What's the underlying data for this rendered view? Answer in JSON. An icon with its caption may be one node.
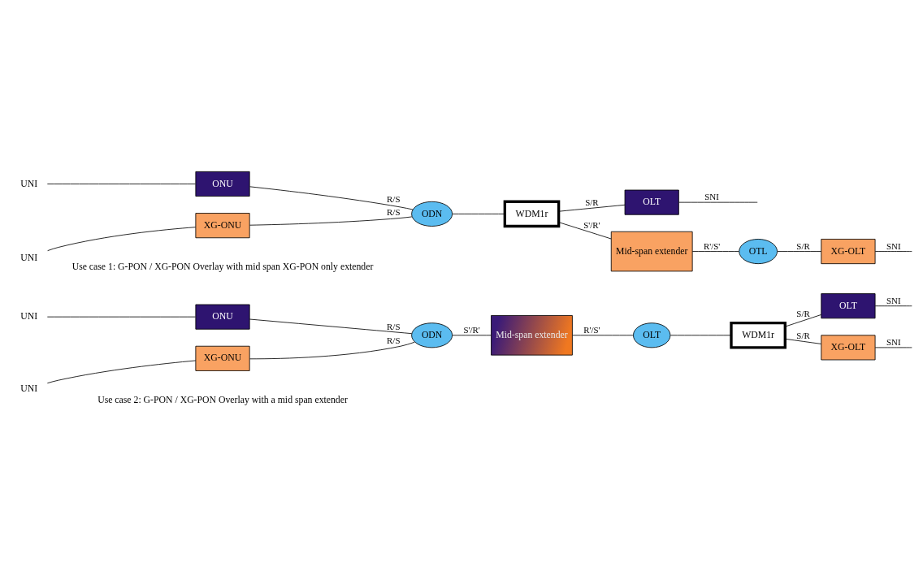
{
  "diagram": {
    "nodes": [
      {
        "text": [
          "UNI"
        ]
      },
      {
        "text": [
          "ONU"
        ]
      },
      {
        "text": [
          "UNI"
        ]
      },
      {
        "text": [
          "XG-ONU"
        ]
      },
      {
        "text": [
          "ODN"
        ]
      },
      {
        "text": [
          "WDM1r"
        ]
      },
      {
        "text": [
          "OLT"
        ]
      },
      {
        "text": [
          "Mid-span extender"
        ]
      },
      {
        "text": [
          "OTL"
        ]
      },
      {
        "text": [
          "XG-OLT"
        ]
      },
      {
        "text": [
          "UNI"
        ]
      },
      {
        "text": [
          "ONU"
        ]
      },
      {
        "text": [
          "UNI"
        ]
      },
      {
        "text": [
          "XG-ONU"
        ]
      },
      {
        "text": [
          "ODN"
        ]
      },
      {
        "text": [
          "Mid-span extender"
        ]
      },
      {
        "text": [
          "OLT"
        ]
      },
      {
        "text": [
          "WDM1r"
        ]
      },
      {
        "text": [
          "OLT"
        ]
      },
      {
        "text": [
          "XG-OLT"
        ]
      }
    ],
    "edges": [
      {
        "from": 0,
        "to": 1,
        "arrow": "none"
      },
      {
        "from": 2,
        "to": 3,
        "arrow": "none"
      },
      {
        "from": 1,
        "to": 4,
        "arrow": "none",
        "label": "R/S"
      },
      {
        "from": 3,
        "to": 4,
        "arrow": "none",
        "label": "R/S"
      },
      {
        "from": 4,
        "to": 5,
        "arrow": "none"
      },
      {
        "from": 5,
        "to": 6,
        "arrow": "none",
        "label": "S/R"
      },
      {
        "from": 6,
        "to": null,
        "arrow": "none",
        "label": "SNI"
      },
      {
        "from": 5,
        "to": 7,
        "arrow": "none",
        "label": "S'/R'"
      },
      {
        "from": 7,
        "to": 8,
        "arrow": "none",
        "label": "R'/S'"
      },
      {
        "from": 8,
        "to": 9,
        "arrow": "none",
        "label": "S/R"
      },
      {
        "from": 9,
        "to": null,
        "arrow": "none",
        "label": "SNI"
      },
      {
        "from": 10,
        "to": 11,
        "arrow": "none"
      },
      {
        "from": 12,
        "to": 13,
        "arrow": "none"
      },
      {
        "from": 11,
        "to": 14,
        "arrow": "none",
        "label": "R/S"
      },
      {
        "from": 13,
        "to": 14,
        "arrow": "none",
        "label": "R/S"
      },
      {
        "from": 14,
        "to": 15,
        "arrow": "none",
        "label": "S'/R'"
      },
      {
        "from": 15,
        "to": 16,
        "arrow": "none",
        "label": "R'/S'"
      },
      {
        "from": 16,
        "to": 17,
        "arrow": "none"
      },
      {
        "from": 17,
        "to": 18,
        "arrow": "none",
        "label": "S/R"
      },
      {
        "from": 18,
        "to": null,
        "arrow": "none",
        "label": "SNI"
      },
      {
        "from": 17,
        "to": 19,
        "arrow": "none",
        "label": "S/R"
      },
      {
        "from": 19,
        "to": null,
        "arrow": "none",
        "label": "SNI"
      }
    ],
    "labels": [
      "Use case 1: G-PON / XG-PON Overlay with mid span XG-PON only extender",
      "Use case 2: G-PON / XG-PON Overlay with a mid span extender"
    ]
  }
}
